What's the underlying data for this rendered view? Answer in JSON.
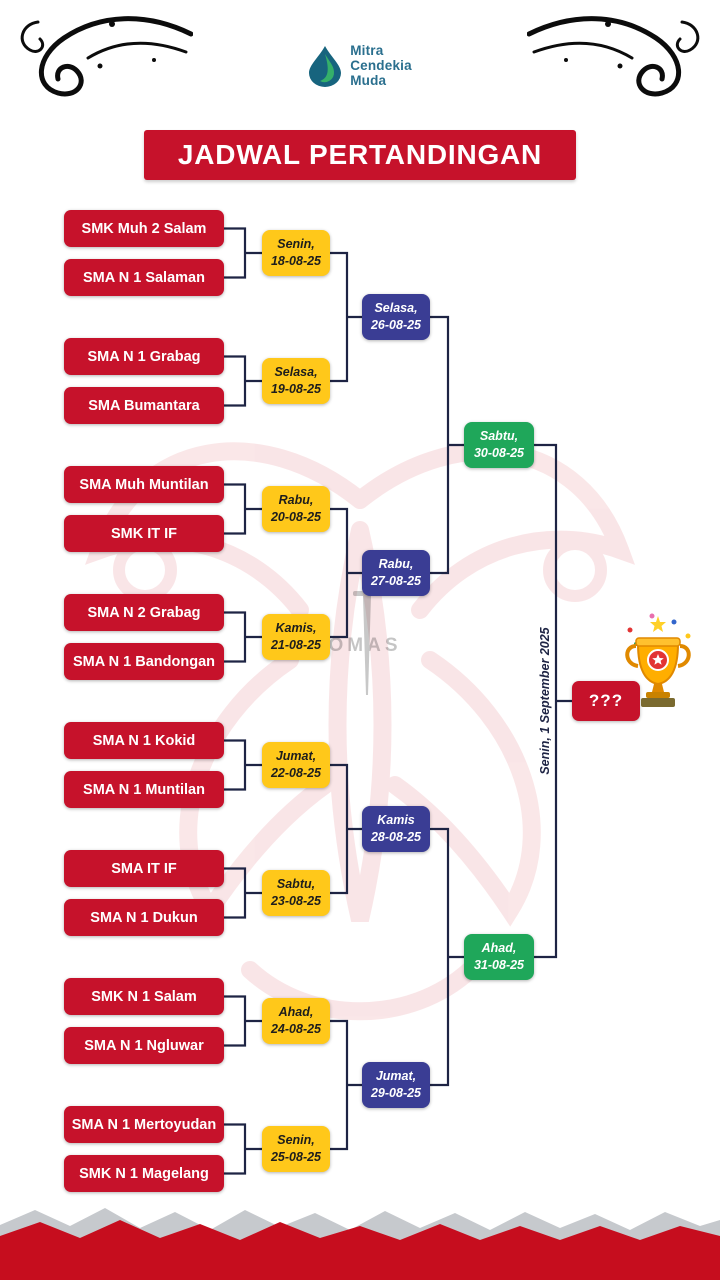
{
  "logo": {
    "line1": "Mitra",
    "line2": "Cendekia",
    "line3": "Muda"
  },
  "title": "JADWAL PERTANDINGAN",
  "round1": [
    {
      "top": "SMK Muh 2 Salam",
      "bottom": "SMA N 1 Salaman",
      "day": "Senin,",
      "date": "18-08-25"
    },
    {
      "top": "SMA N 1 Grabag",
      "bottom": "SMA Bumantara",
      "day": "Selasa,",
      "date": "19-08-25"
    },
    {
      "top": "SMA Muh Muntilan",
      "bottom": "SMK IT IF",
      "day": "Rabu,",
      "date": "20-08-25"
    },
    {
      "top": "SMA N 2 Grabag",
      "bottom": "SMA N 1 Bandongan",
      "day": "Kamis,",
      "date": "21-08-25"
    },
    {
      "top": "SMA N 1 Kokid",
      "bottom": "SMA N 1 Muntilan",
      "day": "Jumat,",
      "date": "22-08-25"
    },
    {
      "top": "SMA IT IF",
      "bottom": "SMA N 1 Dukun",
      "day": "Sabtu,",
      "date": "23-08-25"
    },
    {
      "top": "SMK N 1 Salam",
      "bottom": "SMA N 1 Ngluwar",
      "day": "Ahad,",
      "date": "24-08-25"
    },
    {
      "top": "SMA N 1 Mertoyudan",
      "bottom": "SMK N 1 Magelang",
      "day": "Senin,",
      "date": "25-08-25"
    }
  ],
  "round2": [
    {
      "day": "Selasa,",
      "date": "26-08-25"
    },
    {
      "day": "Rabu,",
      "date": "27-08-25"
    },
    {
      "day": "Kamis",
      "date": "28-08-25"
    },
    {
      "day": "Jumat,",
      "date": "29-08-25"
    }
  ],
  "round3": [
    {
      "day": "Sabtu,",
      "date": "30-08-25"
    },
    {
      "day": "Ahad,",
      "date": "31-08-25"
    }
  ],
  "final": {
    "date": "Senin, 1 September 2025",
    "champion": "???"
  },
  "watermark_text": "OMAS",
  "colors": {
    "red": "#C6122B",
    "yellow": "#FFC81A",
    "blue": "#3A3D94",
    "green": "#1FA75A",
    "line": "#1E2444"
  }
}
